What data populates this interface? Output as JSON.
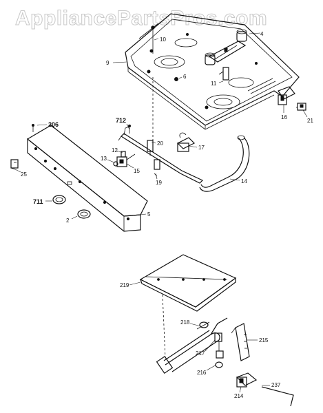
{
  "watermark": "AppliancePartsPros.com",
  "labels": {
    "p2": "2",
    "p4": "4",
    "p5": "5",
    "p6": "6",
    "p9": "9",
    "p10": "10",
    "p11": "11",
    "p12": "12",
    "p13": "13",
    "p14": "14",
    "p15": "15",
    "p16": "16",
    "p17": "17",
    "p19": "19",
    "p20": "20",
    "p21": "21",
    "p25": "25",
    "p206": "206",
    "p214": "214",
    "p215": "215",
    "p216": "216",
    "p217": "217",
    "p218": "218",
    "p219": "219",
    "p237": "237",
    "p711": "711",
    "p712": "712"
  }
}
